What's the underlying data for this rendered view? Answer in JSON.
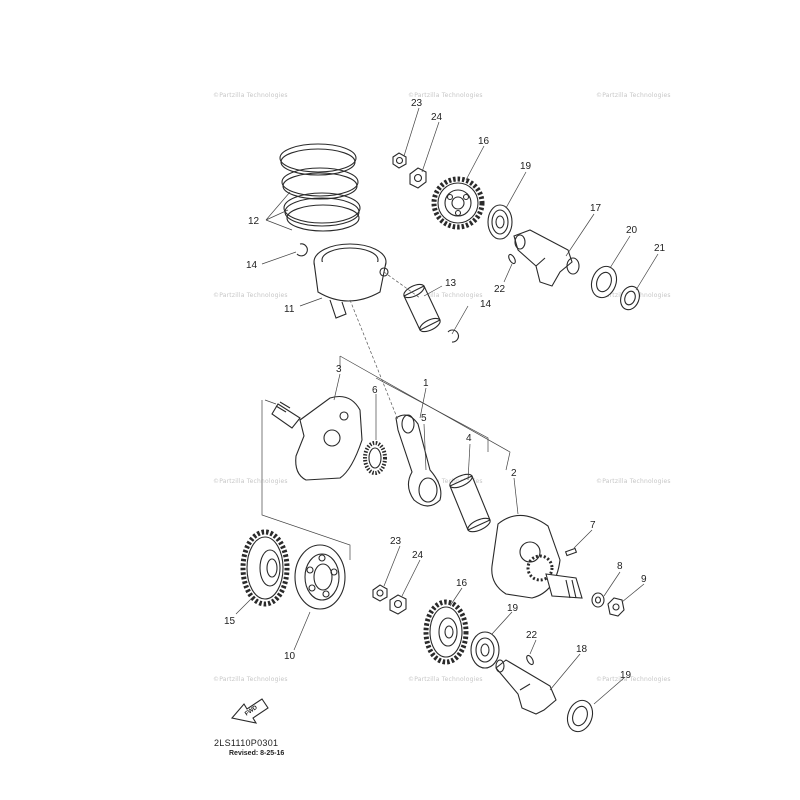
{
  "watermark_text": "©Partzilla Technologies",
  "drawing_code": "2LS1110P0301",
  "revised": "Revised: 8-25-16",
  "fwd_label": "FWD",
  "callouts": [
    {
      "id": "c23a",
      "text": "23"
    },
    {
      "id": "c24a",
      "text": "24"
    },
    {
      "id": "c16a",
      "text": "16"
    },
    {
      "id": "c19a",
      "text": "19"
    },
    {
      "id": "c17",
      "text": "17"
    },
    {
      "id": "c20",
      "text": "20"
    },
    {
      "id": "c21",
      "text": "21"
    },
    {
      "id": "c22a",
      "text": "22"
    },
    {
      "id": "c12",
      "text": "12"
    },
    {
      "id": "c14a",
      "text": "14"
    },
    {
      "id": "c11",
      "text": "11"
    },
    {
      "id": "c13",
      "text": "13"
    },
    {
      "id": "c14b",
      "text": "14"
    },
    {
      "id": "c3",
      "text": "3"
    },
    {
      "id": "c1",
      "text": "1"
    },
    {
      "id": "c6",
      "text": "6"
    },
    {
      "id": "c5",
      "text": "5"
    },
    {
      "id": "c4",
      "text": "4"
    },
    {
      "id": "c2",
      "text": "2"
    },
    {
      "id": "c7",
      "text": "7"
    },
    {
      "id": "c8",
      "text": "8"
    },
    {
      "id": "c9",
      "text": "9"
    },
    {
      "id": "c23b",
      "text": "23"
    },
    {
      "id": "c24b",
      "text": "24"
    },
    {
      "id": "c16b",
      "text": "16"
    },
    {
      "id": "c19b",
      "text": "19"
    },
    {
      "id": "c22b",
      "text": "22"
    },
    {
      "id": "c18",
      "text": "18"
    },
    {
      "id": "c19c",
      "text": "19"
    },
    {
      "id": "c15",
      "text": "15"
    },
    {
      "id": "c10",
      "text": "10"
    }
  ]
}
